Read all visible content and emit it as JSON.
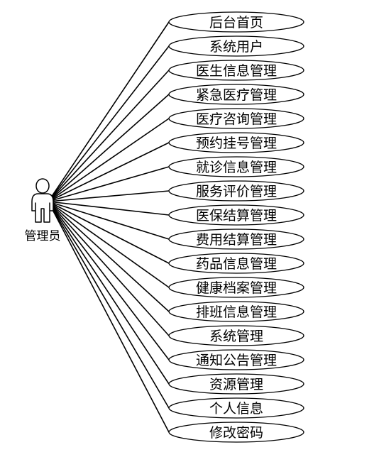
{
  "actor": {
    "label": "管理员",
    "icon": "stick-figure-icon"
  },
  "use_cases": [
    {
      "label": "后台首页"
    },
    {
      "label": "系统用户"
    },
    {
      "label": "医生信息管理"
    },
    {
      "label": "紧急医疗管理"
    },
    {
      "label": "医疗咨询管理"
    },
    {
      "label": "预约挂号管理"
    },
    {
      "label": "就诊信息管理"
    },
    {
      "label": "服务评价管理"
    },
    {
      "label": "医保结算管理"
    },
    {
      "label": "费用结算管理"
    },
    {
      "label": "药品信息管理"
    },
    {
      "label": "健康档案管理"
    },
    {
      "label": "排班信息管理"
    },
    {
      "label": "系统管理"
    },
    {
      "label": "通知公告管理"
    },
    {
      "label": "资源管理"
    },
    {
      "label": "个人信息"
    },
    {
      "label": "修改密码"
    }
  ]
}
